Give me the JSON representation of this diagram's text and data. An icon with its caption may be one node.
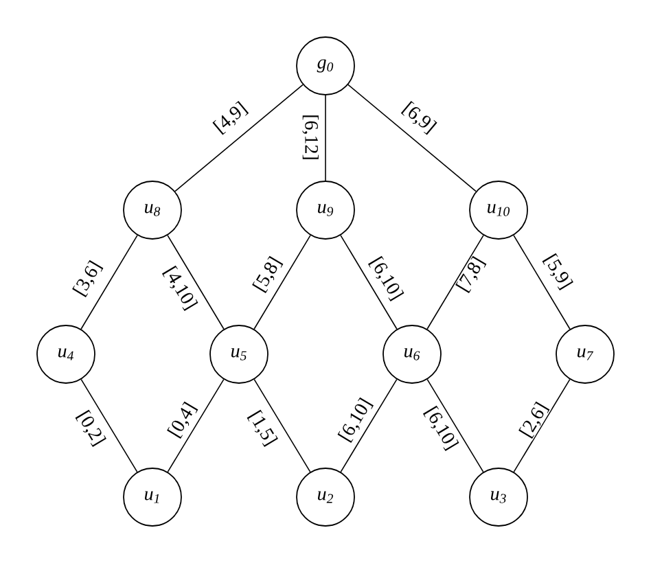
{
  "diagram": {
    "nodes": [
      {
        "text": [
          "g$_{0}$"
        ]
      },
      {
        "text": [
          "u$_{8}$"
        ]
      },
      {
        "text": [
          "u$_{9}$"
        ]
      },
      {
        "text": [
          "u$_{10}$"
        ]
      },
      {
        "text": [
          "u$_{4}$"
        ]
      },
      {
        "text": [
          "u$_{5}$"
        ]
      },
      {
        "text": [
          "u$_{6}$"
        ]
      },
      {
        "text": [
          "u$_{7}$"
        ]
      },
      {
        "text": [
          "u$_{1}$"
        ]
      },
      {
        "text": [
          "u$_{2}$"
        ]
      },
      {
        "text": [
          "u$_{3}$"
        ]
      }
    ],
    "edges": [
      {
        "from": 0,
        "to": 1,
        "arrow": "none",
        "label": "[4,9]"
      },
      {
        "from": 0,
        "to": 2,
        "arrow": "none",
        "label": "[6,12]"
      },
      {
        "from": 0,
        "to": 3,
        "arrow": "none",
        "label": "[6,9]"
      },
      {
        "from": 1,
        "to": 4,
        "arrow": "none",
        "label": "[3,6]"
      },
      {
        "from": 1,
        "to": 5,
        "arrow": "none",
        "label": "[4,10]"
      },
      {
        "from": 2,
        "to": 5,
        "arrow": "none",
        "label": "[5,8]"
      },
      {
        "from": 2,
        "to": 6,
        "arrow": "none",
        "label": "[6,10]"
      },
      {
        "from": 3,
        "to": 6,
        "arrow": "none",
        "label": "[7,8]"
      },
      {
        "from": 3,
        "to": 7,
        "arrow": "none",
        "label": "[5,9]"
      },
      {
        "from": 4,
        "to": 8,
        "arrow": "none",
        "label": "[0,2]"
      },
      {
        "from": 5,
        "to": 8,
        "arrow": "none",
        "label": "[0,4]"
      },
      {
        "from": 5,
        "to": 9,
        "arrow": "none",
        "label": "[1,5]"
      },
      {
        "from": 6,
        "to": 9,
        "arrow": "none",
        "label": "[6,10]"
      },
      {
        "from": 6,
        "to": 10,
        "arrow": "none",
        "label": "[6,10]"
      },
      {
        "from": 7,
        "to": 10,
        "arrow": "none",
        "label": "[2,6]"
      }
    ]
  }
}
